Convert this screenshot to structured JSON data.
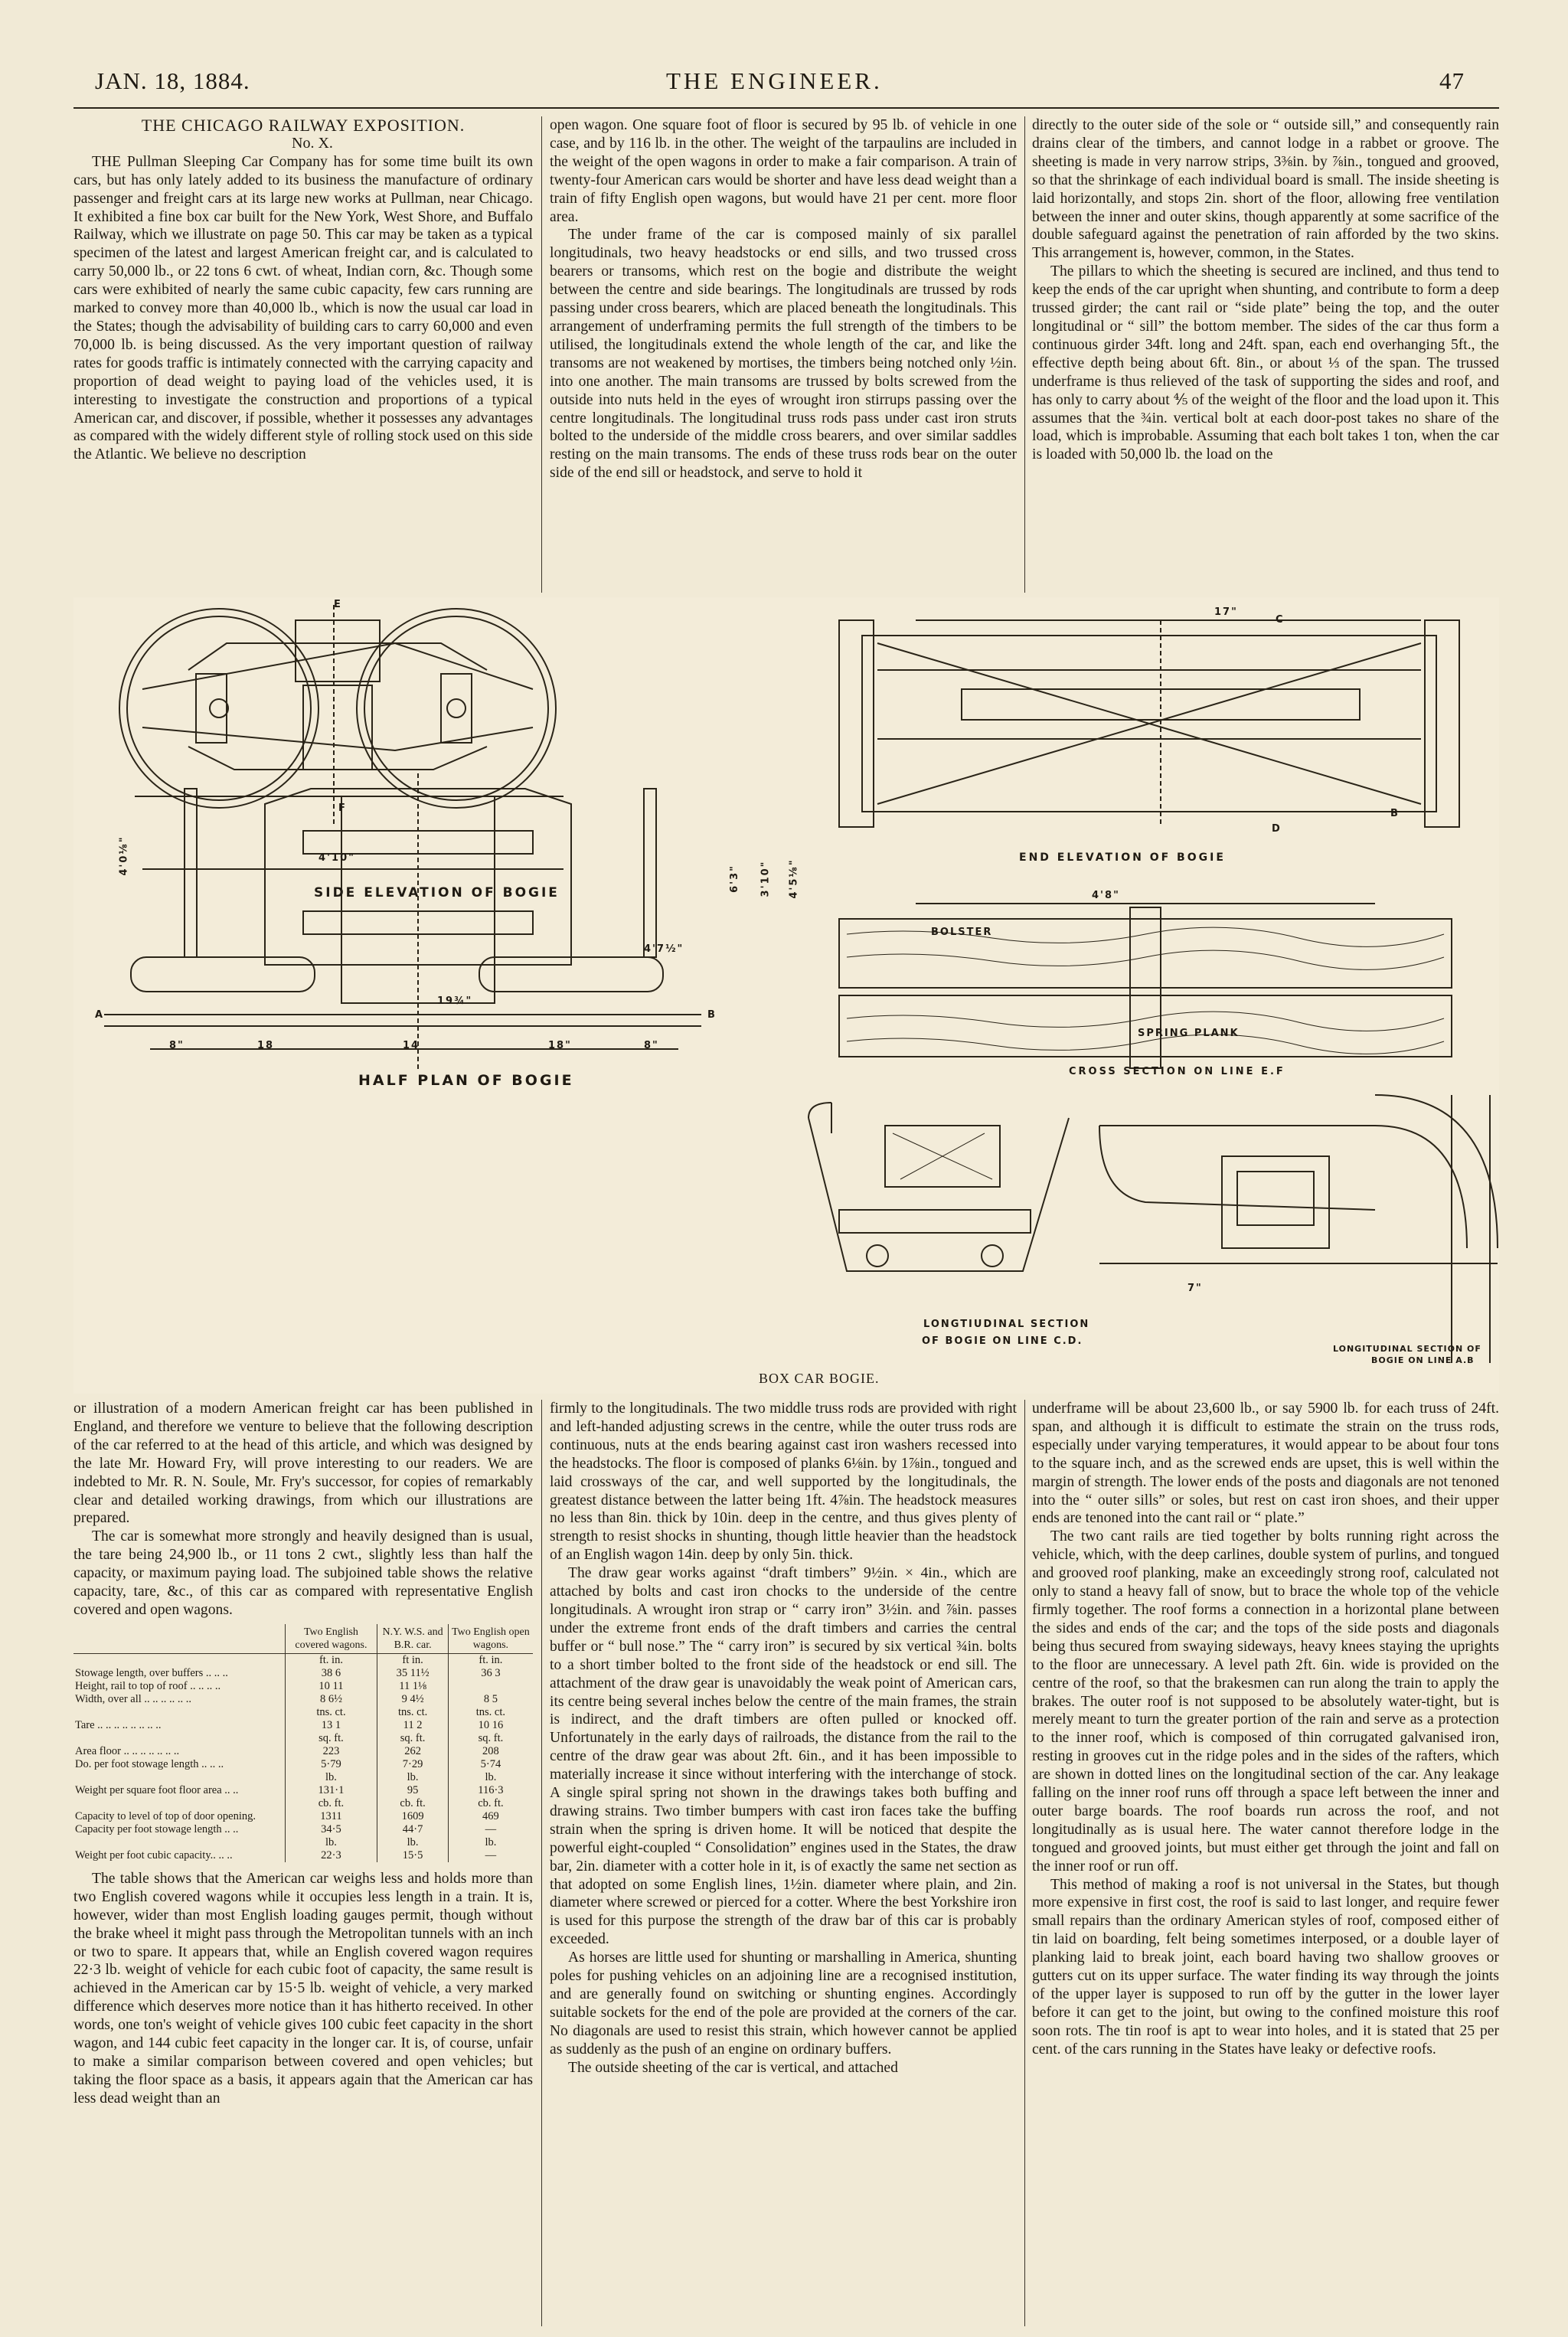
{
  "header": {
    "date": "JAN. 18, 1884.",
    "title": "THE ENGINEER.",
    "page": "47"
  },
  "article": {
    "title": "THE CHICAGO RAILWAY EXPOSITION.",
    "number": "No. X."
  },
  "col1_top": [
    "THE Pullman Sleeping Car Company has for some time built its own cars, but has only lately added to its business the manufacture of ordinary passenger and freight cars at its large new works at Pullman, near Chicago. It exhibited a fine box car built for the New York, West Shore, and Buffalo Railway, which we illustrate on page 50. This car may be taken as a typical specimen of the latest and largest American freight car, and is calculated to carry 50,000 lb., or 22 tons 6 cwt. of wheat, Indian corn, &c. Though some cars were exhibited of nearly the same cubic capacity, few cars running are marked to convey more than 40,000 lb., which is now the usual car load in the States; though the advisability of building cars to carry 60,000 and even 70,000 lb. is being discussed. As the very important question of railway rates for goods traffic is intimately connected with the carrying capacity and proportion of dead weight to paying load of the vehicles used, it is interesting to investigate the construction and proportions of a typical American car, and discover, if possible, whether it possesses any advantages as compared with the widely different style of rolling stock used on this side the Atlantic. We believe no description"
  ],
  "col2_top": [
    "open wagon. One square foot of floor is secured by 95 lb. of vehicle in one case, and by 116 lb. in the other. The weight of the tarpaulins are included in the weight of the open wagons in order to make a fair comparison. A train of twenty-four American cars would be shorter and have less dead weight than a train of fifty English open wagons, but would have 21 per cent. more floor area.",
    "The under frame of the car is composed mainly of six parallel longitudinals, two heavy headstocks or end sills, and two trussed cross bearers or transoms, which rest on the bogie and distribute the weight between the centre and side bearings. The longitudinals are trussed by rods passing under cross bearers, which are placed beneath the longitudinals. This arrangement of underframing permits the full strength of the timbers to be utilised, the longitudinals extend the whole length of the car, and like the transoms are not weakened by mortises, the timbers being notched only ½in. into one another. The main transoms are trussed by bolts screwed from the outside into nuts held in the eyes of wrought iron stirrups passing over the centre longitudinals. The longitudinal truss rods pass under cast iron struts bolted to the underside of the middle cross bearers, and over similar saddles resting on the main transoms. The ends of these truss rods bear on the outer side of the end sill or headstock, and serve to hold it"
  ],
  "col3_top": [
    "directly to the outer side of the sole or “ outside sill,” and consequently rain drains clear of the timbers, and cannot lodge in a rabbet or groove. The sheeting is made in very narrow strips, 3⅜in. by ⅞in., tongued and grooved, so that the shrinkage of each individual board is small. The inside sheeting is laid horizontally, and stops 2in. short of the floor, allowing free ventilation between the inner and outer skins, though apparently at some sacrifice of the double safeguard against the penetration of rain afforded by the two skins. This arrangement is, however, common, in the States.",
    "The pillars to which the sheeting is secured are inclined, and thus tend to keep the ends of the car upright when shunting, and contribute to form a deep trussed girder; the cant rail or “side plate” being the top, and the outer longitudinal or “ sill” the bottom member. The sides of the car thus form a continuous girder 34ft. long and 24ft. span, each end overhanging 5ft., the effective depth being about 6ft. 8in., or about ⅓ of the span. The trussed underframe is thus relieved of the task of supporting the sides and roof, and has only to carry about ⅘ of the weight of the floor and the load upon it. This assumes that the ¾in. vertical bolt at each door-post takes no share of the load, which is improbable. Assuming that each bolt takes 1 ton, when the car is loaded with 50,000 lb. the load on the"
  ],
  "figures": {
    "side_elevation": "SIDE ELEVATION OF BOGIE",
    "end_elevation": "END ELEVATION OF BOGIE",
    "cross_section": "CROSS SECTION ON LINE E.F",
    "half_plan": "HALF PLAN OF BOGIE",
    "longitudinal_cd_1": "LONGTIUDINAL SECTION",
    "longitudinal_cd_2": "OF BOGIE ON LINE C.D.",
    "longitudinal_ab_1": "LONGITUDINAL SECTION OF",
    "longitudinal_ab_2": "BOGIE ON LINE A.B",
    "main_caption": "BOX CAR BOGIE.",
    "labels": {
      "E": "E",
      "F": "F",
      "A": "A",
      "B": "B",
      "C": "C",
      "D": "D",
      "dim_side": "4'10\"",
      "dim_end": "17\"",
      "dim_cross": "4'8\"",
      "bolster": "BOLSTER",
      "spring_plank": "SPRING PLANK",
      "half_a": "8\"",
      "half_b": "18",
      "half_c": "14",
      "half_d": "18\"",
      "half_e": "8\"",
      "dim_v1": "4'0⅛\"",
      "dim_v2": "6'3\"",
      "dim_v3": "3'10\"",
      "dim_v4": "4'5⅛\"",
      "dim_h1": "4'7½\"",
      "dim_h2": "19¾\"",
      "dim_ab": "7\""
    }
  },
  "col1_bottom": [
    "or illustration of a modern American freight car has been published in England, and therefore we venture to believe that the following description of the car referred to at the head of this article, and which was designed by the late Mr. Howard Fry, will prove interesting to our readers. We are indebted to Mr. R. N. Soule, Mr. Fry's successor, for copies of remarkably clear and detailed working drawings, from which our illustrations are prepared.",
    "The car is somewhat more strongly and heavily designed than is usual, the tare being 24,900 lb., or 11 tons 2 cwt., slightly less than half the capacity, or maximum paying load. The subjoined table shows the relative capacity, tare, &c., of this car as compared with representative English covered and open wagons."
  ],
  "table": {
    "headers": [
      "",
      "Two English covered wagons.",
      "N.Y. W.S. and B.R. car.",
      "Two English open wagons."
    ],
    "rows": [
      [
        "",
        "ft. in.",
        "ft in.",
        "ft. in."
      ],
      [
        "Stowage length, over buffers .. .. ..",
        "38 6",
        "35 11½",
        "36 3"
      ],
      [
        "Height, rail to top of roof .. .. .. ..",
        "10 11",
        "11 1⅛",
        ""
      ],
      [
        "Width, over all .. .. .. .. .. ..",
        "8 6½",
        "9 4½",
        "8 5"
      ],
      [
        "",
        "tns. ct.",
        "tns. ct.",
        "tns. ct."
      ],
      [
        "Tare .. .. .. .. .. .. .. ..",
        "13 1",
        "11 2",
        "10 16"
      ],
      [
        "",
        "sq. ft.",
        "sq. ft.",
        "sq. ft."
      ],
      [
        "Area floor .. .. .. .. .. .. ..",
        "223",
        "262",
        "208"
      ],
      [
        "Do. per foot stowage length .. .. ..",
        "5·79",
        "7·29",
        "5·74"
      ],
      [
        "",
        "lb.",
        "lb.",
        "lb."
      ],
      [
        "Weight per square foot floor area .. ..",
        "131·1",
        "95",
        "116·3"
      ],
      [
        "",
        "cb. ft.",
        "cb. ft.",
        "cb. ft."
      ],
      [
        "Capacity to level of top of door opening.",
        "1311",
        "1609",
        "469"
      ],
      [
        "Capacity per foot stowage length .. ..",
        "34·5",
        "44·7",
        "—"
      ],
      [
        "",
        "lb.",
        "lb.",
        "lb."
      ],
      [
        "Weight per foot cubic capacity.. .. ..",
        "22·3",
        "15·5",
        "—"
      ]
    ]
  },
  "col1_after_table": [
    "The table shows that the American car weighs less and holds more than two English covered wagons while it occupies less length in a train. It is, however, wider than most English loading gauges permit, though without the brake wheel it might pass through the Metropolitan tunnels with an inch or two to spare. It appears that, while an English covered wagon requires 22·3 lb. weight of vehicle for each cubic foot of capacity, the same result is achieved in the American car by 15·5 lb. weight of vehicle, a very marked difference which deserves more notice than it has hitherto received. In other words, one ton's weight of vehicle gives 100 cubic feet capacity in the short wagon, and 144 cubic feet capacity in the longer car. It is, of course, unfair to make a similar comparison between covered and open vehicles; but taking the floor space as a basis, it appears again that the American car has less dead weight than an"
  ],
  "col2_bottom": [
    "firmly to the longitudinals. The two middle truss rods are provided with right and left-handed adjusting screws in the centre, while the outer truss rods are continuous, nuts at the ends bearing against cast iron washers recessed into the headstocks. The floor is composed of planks 6⅛in. by 1⅞in., tongued and laid crossways of the car, and well supported by the longitudinals, the greatest distance between the latter being 1ft. 4⅞in. The headstock measures no less than 8in. thick by 10in. deep in the centre, and thus gives plenty of strength to resist shocks in shunting, though little heavier than the headstock of an English wagon 14in. deep by only 5in. thick.",
    "The draw gear works against “draft timbers” 9½in. × 4in., which are attached by bolts and cast iron chocks to the underside of the centre longitudinals. A wrought iron strap or “ carry iron” 3½in. and ⅞in. passes under the extreme front ends of the draft timbers and carries the central buffer or “ bull nose.” The “ carry iron” is secured by six vertical ¾in. bolts to a short timber bolted to the front side of the headstock or end sill. The attachment of the draw gear is unavoidably the weak point of American cars, its centre being several inches below the centre of the main frames, the strain is indirect, and the draft timbers are often pulled or knocked off. Unfortunately in the early days of railroads, the distance from the rail to the centre of the draw gear was about 2ft. 6in., and it has been impossible to materially increase it since without interfering with the interchange of stock. A single spiral spring not shown in the drawings takes both buffing and drawing strains. Two timber bumpers with cast iron faces take the buffing strain when the spring is driven home. It will be noticed that despite the powerful eight-coupled “ Consolidation” engines used in the States, the draw bar, 2in. diameter with a cotter hole in it, is of exactly the same net section as that adopted on some English lines, 1½in. diameter where plain, and 2in. diameter where screwed or pierced for a cotter. Where the best Yorkshire iron is used for this purpose the strength of the draw bar of this car is probably exceeded.",
    "As horses are little used for shunting or marshalling in America, shunting poles for pushing vehicles on an adjoining line are a recognised institution, and are generally found on switching or shunting engines. Accordingly suitable sockets for the end of the pole are provided at the corners of the car. No diagonals are used to resist this strain, which however cannot be applied as suddenly as the push of an engine on ordinary buffers.",
    "The outside sheeting of the car is vertical, and attached"
  ],
  "col3_bottom": [
    "underframe will be about 23,600 lb., or say 5900 lb. for each truss of 24ft. span, and although it is difficult to estimate the strain on the truss rods, especially under varying temperatures, it would appear to be about four tons to the square inch, and as the screwed ends are upset, this is well within the margin of strength. The lower ends of the posts and diagonals are not tenoned into the “ outer sills” or soles, but rest on cast iron shoes, and their upper ends are tenoned into the cant rail or “ plate.”",
    "The two cant rails are tied together by bolts running right across the vehicle, which, with the deep carlines, double system of purlins, and tongued and grooved roof planking, make an exceedingly strong roof, calculated not only to stand a heavy fall of snow, but to brace the whole top of the vehicle firmly together. The roof forms a connection in a horizontal plane between the sides and ends of the car; and the tops of the side posts and diagonals being thus secured from swaying sideways, heavy knees staying the uprights to the floor are unnecessary. A level path 2ft. 6in. wide is provided on the centre of the roof, so that the brakesmen can run along the train to apply the brakes. The outer roof is not supposed to be absolutely water-tight, but is merely meant to turn the greater portion of the rain and serve as a protection to the inner roof, which is composed of thin corrugated galvanised iron, resting in grooves cut in the ridge poles and in the sides of the rafters, which are shown in dotted lines on the longitudinal section of the car. Any leakage falling on the inner roof runs off through a space left between the inner and outer barge boards. The roof boards run across the roof, and not longitudinally as is usual here. The water cannot therefore lodge in the tongued and grooved joints, but must either get through the joint and fall on the inner roof or run off.",
    "This method of making a roof is not universal in the States, but though more expensive in first cost, the roof is said to last longer, and require fewer small repairs than the ordinary American styles of roof, composed either of tin laid on boarding, felt being sometimes interposed, or a double layer of planking laid to break joint, each board having two shallow grooves or gutters cut on its upper surface. The water finding its way through the joints of the upper layer is supposed to run off by the gutter in the lower layer before it can get to the joint, but owing to the confined moisture this roof soon rots. The tin roof is apt to wear into holes, and it is stated that 25 per cent. of the cars running in the States have leaky or defective roofs."
  ]
}
